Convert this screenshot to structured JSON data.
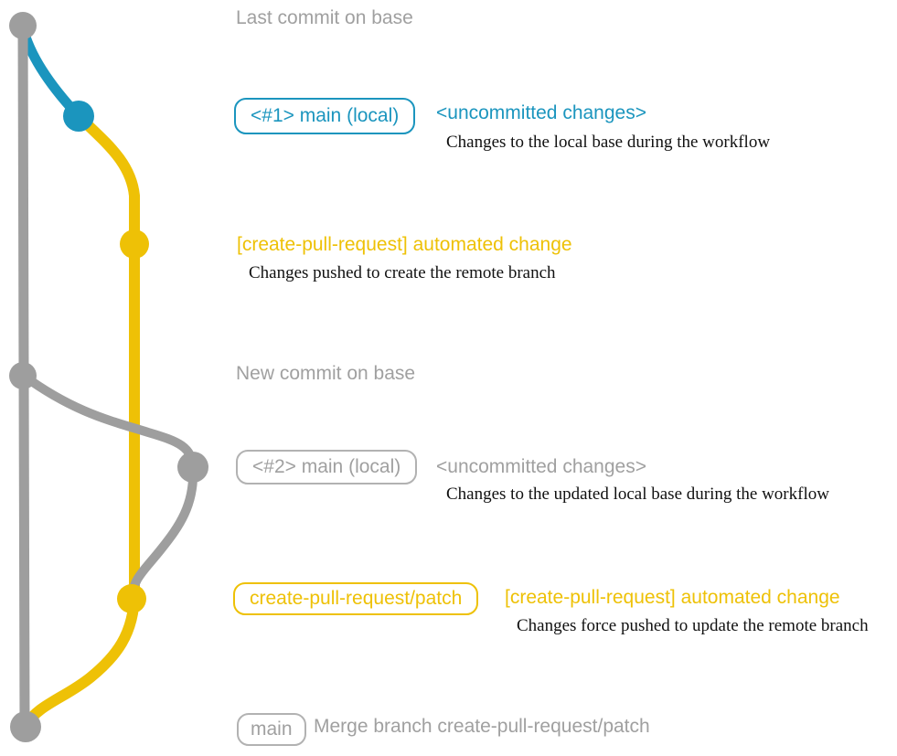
{
  "colors": {
    "gray": "#9e9e9e",
    "gray_text": "#a0a0a0",
    "blue": "#1b95be",
    "yellow": "#eec106",
    "description_text": "#111111"
  },
  "rows": {
    "last_commit": {
      "label": "Last commit on base"
    },
    "commit1": {
      "badge": "<#1> main (local)",
      "heading": "<uncommitted changes>",
      "description": "Changes to the local base during the workflow"
    },
    "push1": {
      "heading": "[create-pull-request] automated change",
      "description": "Changes pushed to create the remote branch"
    },
    "new_commit": {
      "label": "New commit on base"
    },
    "commit2": {
      "badge": "<#2> main (local)",
      "heading": "<uncommitted changes>",
      "description": "Changes to the updated local base during the workflow"
    },
    "push2": {
      "badge": "create-pull-request/patch",
      "heading": "[create-pull-request] automated change",
      "description": "Changes force pushed to update the remote branch"
    },
    "merge": {
      "badge": "main",
      "label": "Merge branch create-pull-request/patch"
    }
  }
}
